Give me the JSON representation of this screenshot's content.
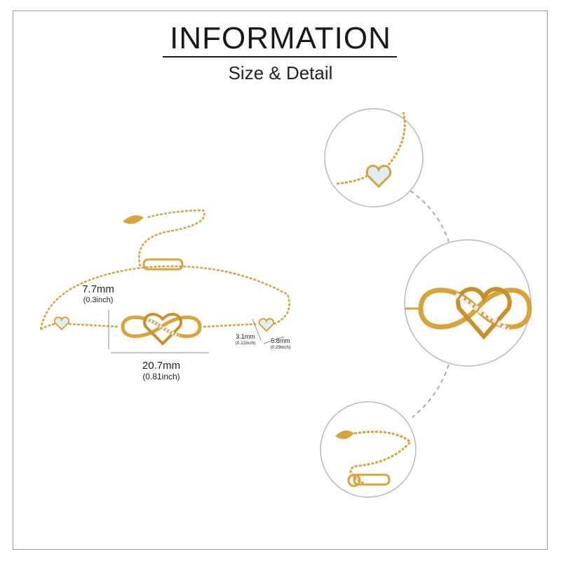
{
  "header": {
    "title": "INFORMATION",
    "subtitle": "Size & Detail"
  },
  "dimensions": {
    "height": {
      "mm": "7.7mm",
      "inch": "(0.3inch)"
    },
    "width": {
      "mm": "20.7mm",
      "inch": "(0.81inch)"
    },
    "heart_height": {
      "mm": "3.1mm",
      "inch": "(0.12inch)"
    },
    "heart_width": {
      "mm": "5.8mm",
      "inch": "(0.29inch)"
    }
  },
  "colors": {
    "gold": "#d9a23a",
    "gold_dark": "#b9801e",
    "stone": "#dfeef5",
    "circle_border": "#b8b8b8"
  }
}
